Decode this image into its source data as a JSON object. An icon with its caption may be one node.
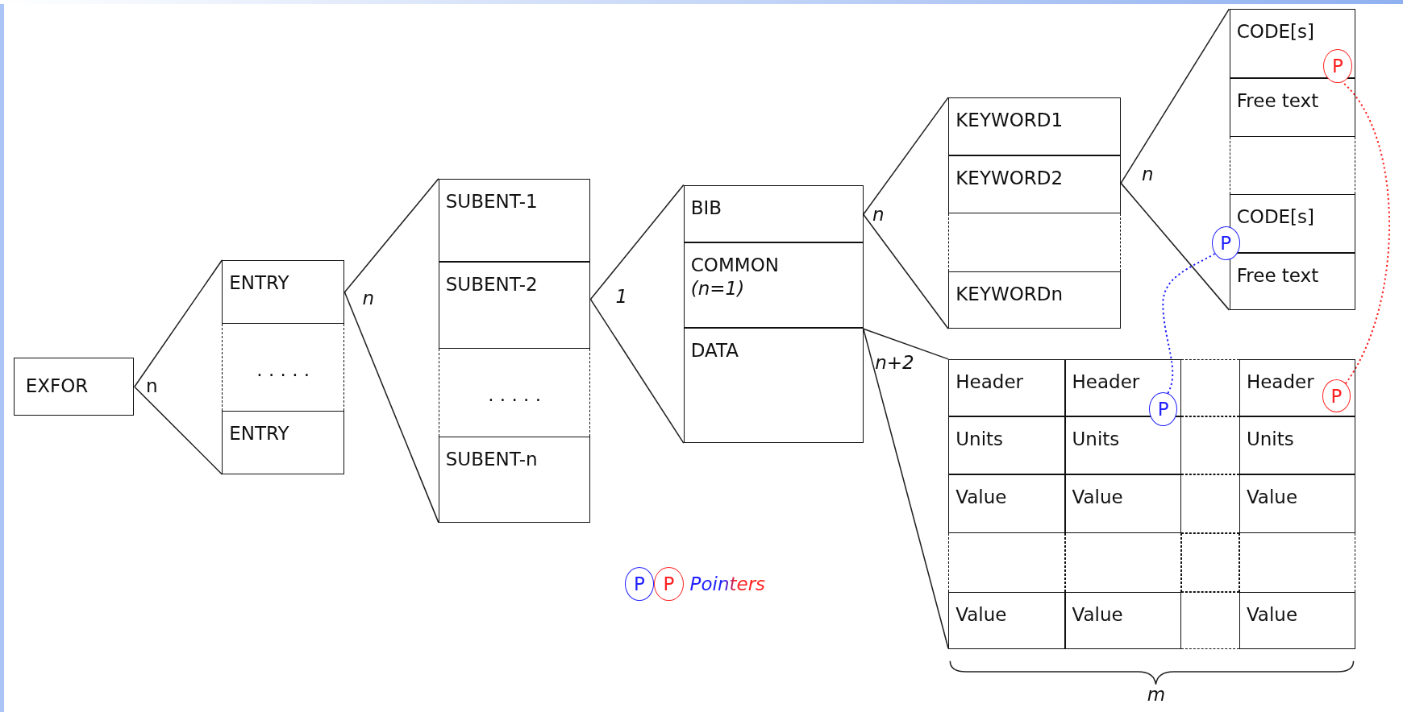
{
  "diagram": {
    "nodes": [
      {
        "text": [
          "EXFOR"
        ]
      },
      {
        "text": [
          "ENTRY"
        ]
      },
      {
        "text": [
          ". . . . ."
        ]
      },
      {
        "text": [
          "ENTRY"
        ]
      },
      {
        "text": [
          "SUBENT-1"
        ]
      },
      {
        "text": [
          "SUBENT-2"
        ]
      },
      {
        "text": [
          ". . . . ."
        ]
      },
      {
        "text": [
          "SUBENT-n"
        ]
      },
      {
        "text": [
          "BIB"
        ]
      },
      {
        "text": [
          "COMMON",
          "(n=1)"
        ]
      },
      {
        "text": [
          "DATA"
        ]
      },
      {
        "text": [
          "KEYWORD1"
        ]
      },
      {
        "text": [
          "KEYWORD2"
        ]
      },
      {
        "text": [],
        "shape": "box"
      },
      {
        "text": [
          "KEYWORDn"
        ]
      },
      {
        "text": [
          "CODE[s]"
        ]
      },
      {
        "text": [
          "Free text"
        ]
      },
      {
        "text": [],
        "shape": "box"
      },
      {
        "text": [
          "CODE[s]"
        ]
      },
      {
        "text": [
          "Free text"
        ]
      },
      {
        "text": [
          "Header"
        ]
      },
      {
        "text": [
          "Header"
        ]
      },
      {
        "text": [],
        "shape": "box"
      },
      {
        "text": [
          "Header"
        ]
      },
      {
        "text": [
          "Units"
        ]
      },
      {
        "text": [
          "Units"
        ]
      },
      {
        "text": [],
        "shape": "box"
      },
      {
        "text": [
          "Units"
        ]
      },
      {
        "text": [
          "Value"
        ]
      },
      {
        "text": [
          "Value"
        ]
      },
      {
        "text": [],
        "shape": "box"
      },
      {
        "text": [
          "Value"
        ]
      },
      {
        "text": [],
        "shape": "box"
      },
      {
        "text": [],
        "shape": "box"
      },
      {
        "text": [],
        "shape": "box"
      },
      {
        "text": [],
        "shape": "box"
      },
      {
        "text": [
          "Value"
        ]
      },
      {
        "text": [
          "Value"
        ]
      },
      {
        "text": [],
        "shape": "box"
      },
      {
        "text": [
          "Value"
        ]
      },
      {
        "text": [
          "P"
        ]
      },
      {
        "text": [
          "P"
        ]
      },
      {
        "text": [
          "P"
        ]
      },
      {
        "text": [
          "P"
        ],
        "in": 23
      }
    ],
    "edges": [
      {
        "from": 0,
        "to": 1,
        "arrow": "none"
      },
      {
        "from": 0,
        "to": 3,
        "arrow": "none"
      },
      {
        "from": 1,
        "to": 4,
        "arrow": "none"
      },
      {
        "from": 1,
        "to": 7,
        "arrow": "none"
      },
      {
        "from": 5,
        "to": 8,
        "arrow": "none"
      },
      {
        "from": 5,
        "to": 10,
        "arrow": "none"
      },
      {
        "from": 8,
        "to": 11,
        "arrow": "none"
      },
      {
        "from": 8,
        "to": 14,
        "arrow": "none"
      },
      {
        "from": 12,
        "to": 15,
        "arrow": "none"
      },
      {
        "from": 12,
        "to": 19,
        "arrow": "none"
      },
      {
        "from": 10,
        "to": 20,
        "arrow": "none"
      },
      {
        "from": 10,
        "to": 36,
        "arrow": "none"
      },
      {
        "from": 42,
        "to": 41,
        "arrow": "none",
        "style": "dashed",
        "color": "#2020ff"
      },
      {
        "from": 43,
        "to": 40,
        "arrow": "none",
        "style": "dashed",
        "color": "#ff2020"
      }
    ],
    "labels": [
      "n",
      "n",
      "1",
      "n",
      "n",
      "n+2",
      "P",
      "P",
      "m"
    ],
    "legend": [
      {
        "text": "Pointers"
      }
    ]
  }
}
